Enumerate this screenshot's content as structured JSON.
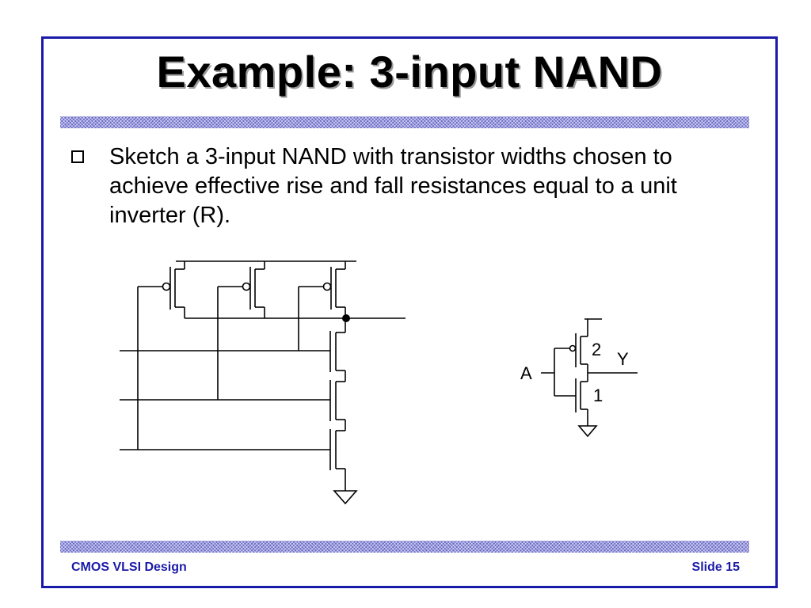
{
  "slide": {
    "title": "Example: 3-input NAND",
    "bullet": "Sketch a 3-input NAND with transistor widths chosen to achieve effective rise and fall resistances equal to a unit inverter (R).",
    "footer_left": "CMOS VLSI Design",
    "footer_right": "Slide 15"
  },
  "inverter_labels": {
    "input": "A",
    "output": "Y",
    "pmos_width": "2",
    "nmos_width": "1"
  },
  "colors": {
    "border": "#1a1aa8",
    "footer_text": "#1a1aa8",
    "divider": "#6b6bc9"
  }
}
